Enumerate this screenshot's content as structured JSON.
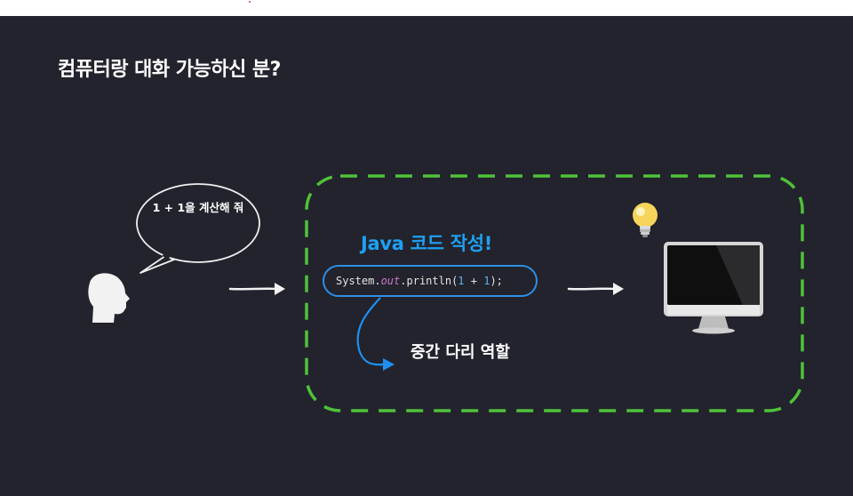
{
  "slide": {
    "title": "컴퓨터랑 대화 가능하신 분?",
    "speech_bubble": "1 + 1을 계산해 줘",
    "java_heading": "Java 코드 작성!",
    "code": {
      "prefix": "System.",
      "keyword": "out",
      "middle": ".println(",
      "num1": "1",
      "op": " + ",
      "num2": "1",
      "suffix": ");"
    },
    "role_label": "중간 다리 역할"
  },
  "icons": [
    "person-head-icon",
    "speech-bubble",
    "arrow-right-icon",
    "lightbulb-icon",
    "monitor-icon",
    "curved-arrow-icon"
  ],
  "colors": {
    "background": "#22232c",
    "accent_blue": "#1ea0f2",
    "dashed_frame": "#4fc23a",
    "code_keyword": "#c879c8"
  }
}
